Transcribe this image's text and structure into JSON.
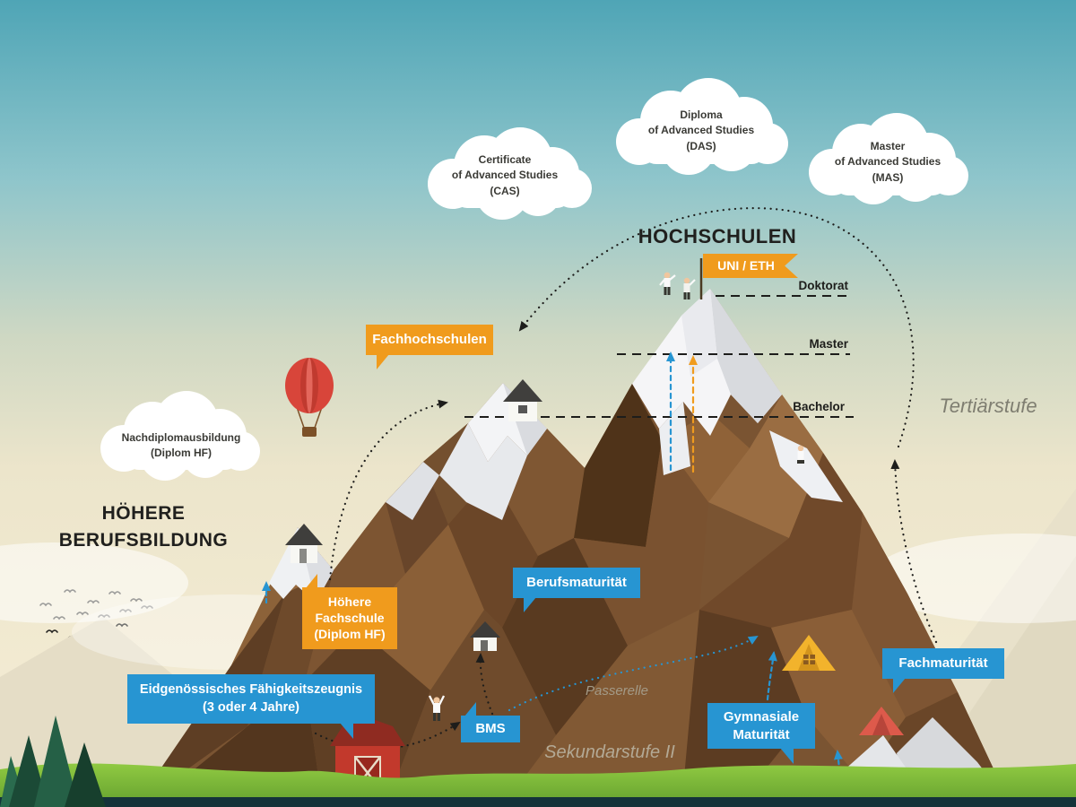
{
  "clouds": {
    "cas": {
      "l1": "Certificate",
      "l2": "of Advanced Studies",
      "l3": "(CAS)"
    },
    "das": {
      "l1": "Diploma",
      "l2": "of Advanced Studies",
      "l3": "(DAS)"
    },
    "mas": {
      "l1": "Master",
      "l2": "of Advanced Studies",
      "l3": "(MAS)"
    },
    "nachdiplom": {
      "l1": "Nachdiplomausbildung",
      "l2": "(Diplom HF)"
    }
  },
  "headings": {
    "hochschulen": "HOCHSCHULEN",
    "hoehere1": "HÖHERE",
    "hoehere2": "BERUFSBILDUNG",
    "tertiaerstufe": "Tertiärstufe",
    "sekundarstufe": "Sekundarstufe II",
    "passerelle": "Passerelle"
  },
  "banners": {
    "uni_eth": "UNI / ETH",
    "fachhochschulen": "Fachhochschulen",
    "hf1": "Höhere",
    "hf2": "Fachschule",
    "hf3": "(Diplom HF)",
    "berufsmaturitaet": "Berufsmaturität",
    "fachmaturitaet": "Fachmaturität",
    "gym1": "Gymnasiale",
    "gym2": "Maturität",
    "efz1": "Eidgenössisches Fähigkeitszeugnis",
    "efz2": "(3 oder 4 Jahre)",
    "bms": "BMS"
  },
  "levels": {
    "doktorat": "Doktorat",
    "master": "Master",
    "bachelor": "Bachelor"
  },
  "colors": {
    "orange": "#f09b1d",
    "blue": "#2795d2",
    "sky_top": "#4fa5b6",
    "mountain_brown": "#7a5432",
    "snow": "#f5f5f7",
    "grass": "#8fc83f",
    "balloon_red": "#d8453a",
    "barn_red": "#c2392c"
  }
}
